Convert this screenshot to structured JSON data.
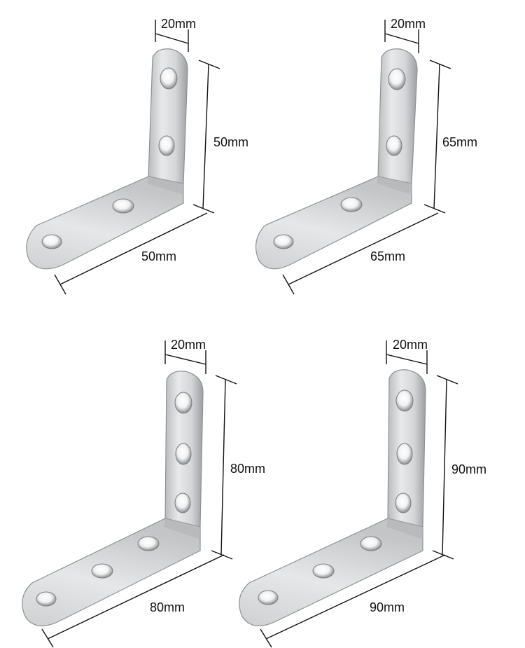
{
  "brackets": [
    {
      "width_label": "20mm",
      "height_label": "50mm",
      "length_label": "50mm",
      "holes_vertical": 2,
      "holes_horizontal": 2
    },
    {
      "width_label": "20mm",
      "height_label": "65mm",
      "length_label": "65mm",
      "holes_vertical": 2,
      "holes_horizontal": 2
    },
    {
      "width_label": "20mm",
      "height_label": "80mm",
      "length_label": "80mm",
      "holes_vertical": 3,
      "holes_horizontal": 3
    },
    {
      "width_label": "20mm",
      "height_label": "90mm",
      "length_label": "90mm",
      "holes_vertical": 3,
      "holes_horizontal": 3
    }
  ],
  "colors": {
    "background": "#ffffff",
    "steel_light": "#e9e9ea",
    "steel_mid": "#c9cacc",
    "steel_dark": "#8f9194",
    "dimension_line": "#111111"
  }
}
